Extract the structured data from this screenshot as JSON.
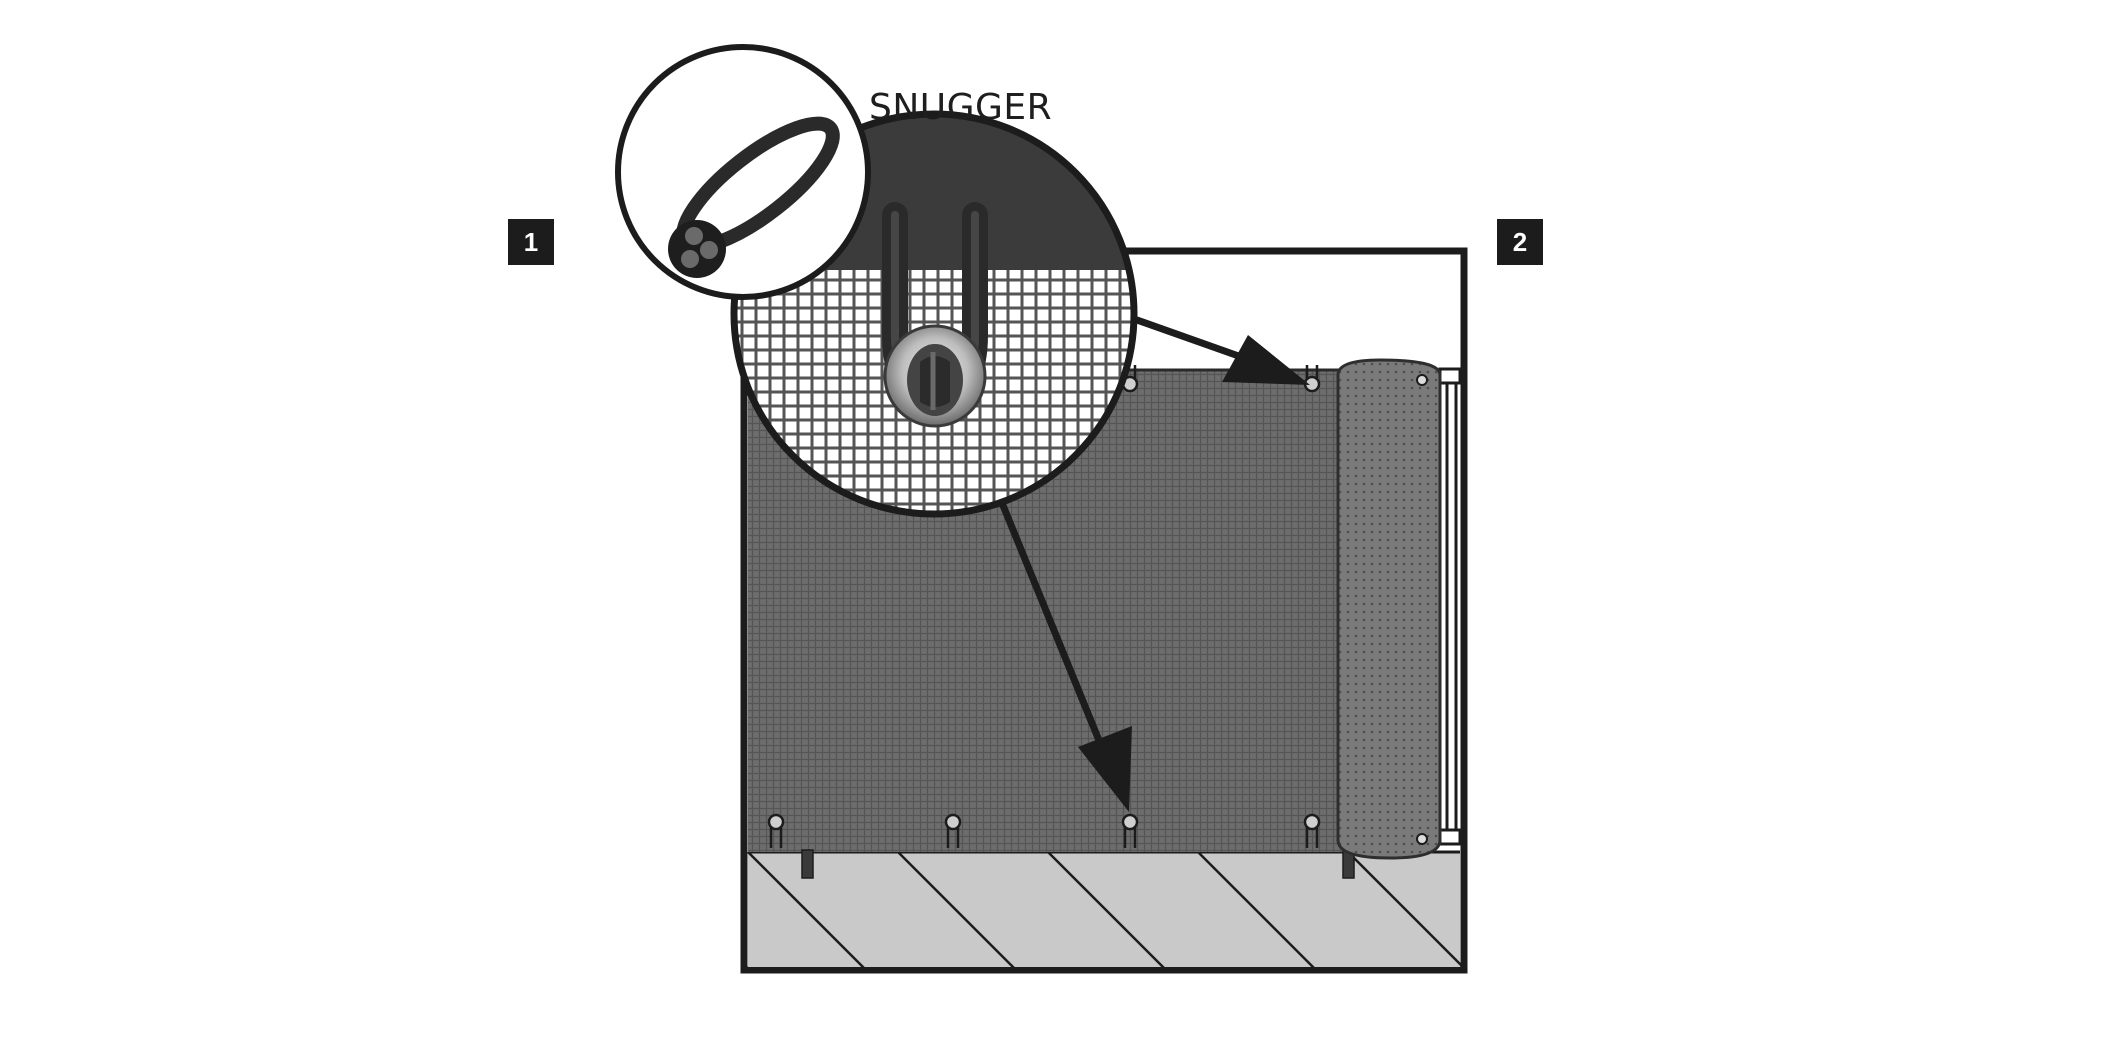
{
  "diagram": {
    "callout_label": "SNUGGER",
    "steps": [
      {
        "label": "1"
      },
      {
        "label": "2"
      }
    ],
    "colors": {
      "line": "#1c1c1c",
      "mesh": "#6b6b6b",
      "ground": "#c8c8c8",
      "background": "#ffffff"
    }
  }
}
